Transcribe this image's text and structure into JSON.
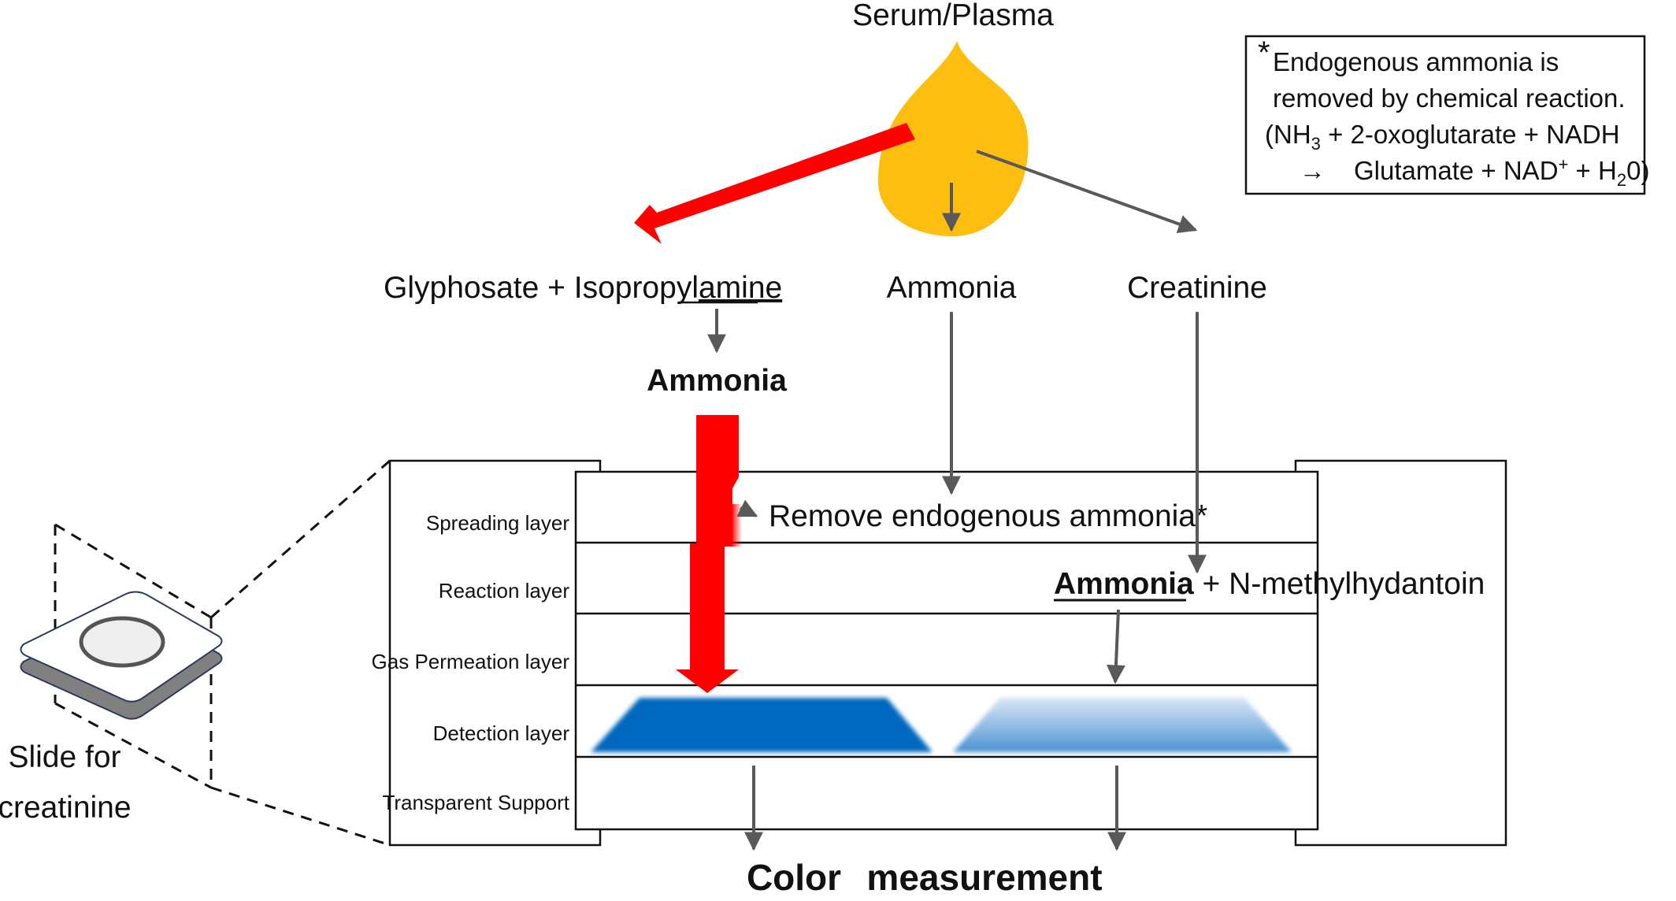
{
  "source": {
    "label": "Serum/Plasma"
  },
  "compounds": {
    "glyphosate_prefix": "Glyphosate + Isopropyl",
    "glyphosate_amine": "amine",
    "ammonia_mid": "Ammonia",
    "creatinine": "Creatinine",
    "ammonia_bold": "Ammonia"
  },
  "layers": [
    "Spreading layer",
    "Reaction layer",
    "Gas Permeation layer",
    "Detection layer",
    "Transparent Support"
  ],
  "reactions": {
    "remove": "Remove endogenous ammonia*",
    "product_ammonia": "Ammonia",
    "product_rest": " + N-methylhydantoin"
  },
  "slide": {
    "line1": "Slide for",
    "line2": "creatinine"
  },
  "note": {
    "star": "*",
    "line1": "Endogenous ammonia is",
    "line2": "removed by chemical reaction.",
    "line3_a": "(NH",
    "line3_sub": "3",
    "line3_b": " + 2-oxoglutarate + NADH",
    "line4_arrow": "→",
    "line4_a": "Glutamate + NAD",
    "line4_sup": "+",
    "line4_b": " + H",
    "line4_sub": "2",
    "line4_c": "0)"
  },
  "output": {
    "word1": "Color",
    "word2": "measurement"
  },
  "colors": {
    "drop": "#FDBE0F",
    "highlight_arrow": "#FF0000",
    "detection_strong": "#0068BE",
    "detection_light": "#5A9AD6",
    "arrow_gray": "#595959"
  }
}
